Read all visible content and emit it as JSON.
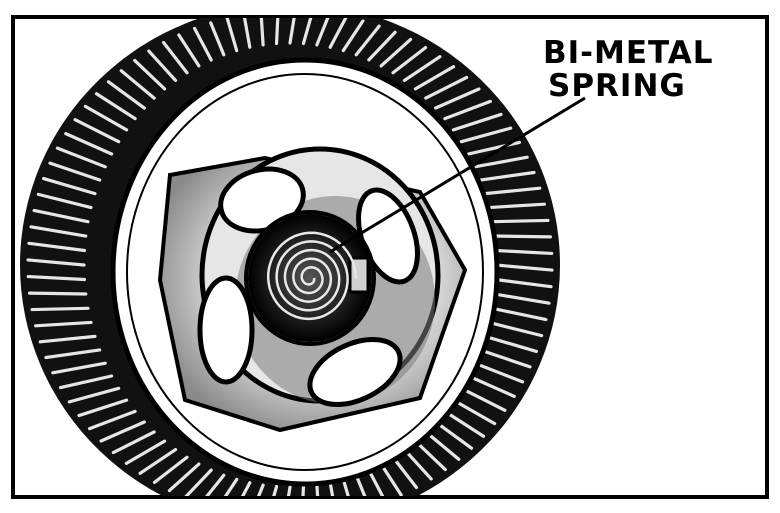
{
  "figure": {
    "callout": {
      "line1": "BI-METAL",
      "line2": "SPRING"
    },
    "colors": {
      "ink": "#000000",
      "paper": "#ffffff",
      "metal_light": "#d9d9d9",
      "metal_mid": "#9a9a9a",
      "metal_dark": "#3a3a3a"
    },
    "fin_count": 96
  }
}
